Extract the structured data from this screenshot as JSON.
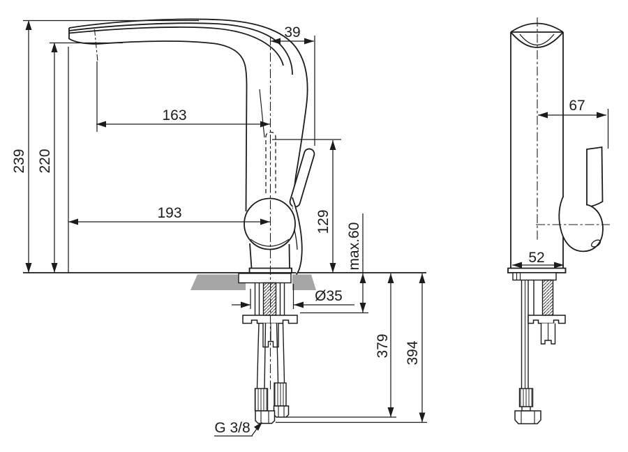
{
  "drawing": {
    "background": "#ffffff",
    "line_color": "#1c1c1c",
    "counter_color": "#a6a6a6",
    "front_view": {
      "dims": {
        "total_height": "239",
        "spout_height": "220",
        "spout_reach": "163",
        "handle_overhang": "39",
        "total_reach": "193",
        "upper_body_height": "129",
        "max_deck_thickness": "max.60",
        "hole_diameter": "Ø35",
        "hose_length_short": "379",
        "hose_length_long": "394",
        "hose_thread": "G 3/8"
      }
    },
    "side_view": {
      "dims": {
        "handle_reach": "67",
        "body_depth": "52"
      }
    }
  }
}
